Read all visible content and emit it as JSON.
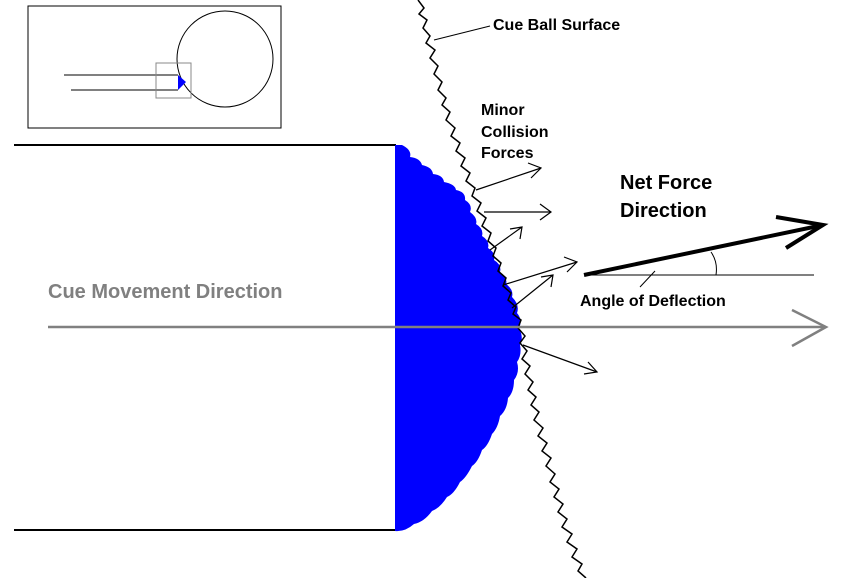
{
  "labels": {
    "cue_ball_surface": "Cue Ball Surface",
    "minor_collision_forces": "Minor\nCollision\nForces",
    "net_force_direction": "Net Force\nDirection",
    "angle_of_deflection": "Angle of Deflection",
    "cue_movement_direction": "Cue Movement Direction"
  },
  "colors": {
    "cue_tip_fill": "#0000ff",
    "line": "#000000",
    "cue_direction_arrow": "#808080",
    "inset_box_border": "#888888",
    "background": "#ffffff"
  },
  "icons": {
    "inset": "cue-and-ball-overview-icon",
    "arrows": "force-arrow-icon"
  }
}
